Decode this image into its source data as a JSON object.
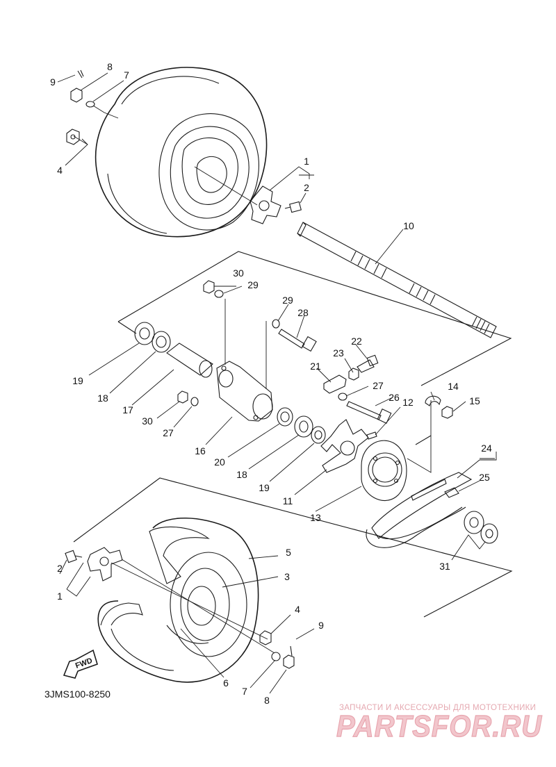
{
  "diagram": {
    "code": "3JMS100-8250",
    "fwd_arrow": "FWD",
    "callouts": {
      "top_1": "1",
      "top_2": "2",
      "top_4": "4",
      "top_7": "7",
      "top_8": "8",
      "top_9": "9",
      "p10": "10",
      "p30a": "30",
      "p29a": "29",
      "p29b": "29",
      "p28": "28",
      "p22": "22",
      "p23": "23",
      "p21": "21",
      "p27a": "27",
      "p26": "26",
      "p12": "12",
      "p14": "14",
      "p15": "15",
      "p19a": "19",
      "p18a": "18",
      "p17": "17",
      "p30b": "30",
      "p27b": "27",
      "p16": "16",
      "p20": "20",
      "p18b": "18",
      "p19b": "19",
      "p11": "11",
      "p13": "13",
      "p24": "24",
      "p25": "25",
      "p31": "31",
      "bot_5": "5",
      "bot_3": "3",
      "bot_2": "2",
      "bot_1": "1",
      "bot_4": "4",
      "bot_9": "9",
      "bot_6": "6",
      "bot_7": "7",
      "bot_8": "8"
    }
  },
  "watermark": {
    "tagline": "ЗАПЧАСТИ И АКСЕССУАРЫ ДЛЯ МОТОТЕХНИКИ",
    "brand": "PARTSFOR.RU"
  }
}
